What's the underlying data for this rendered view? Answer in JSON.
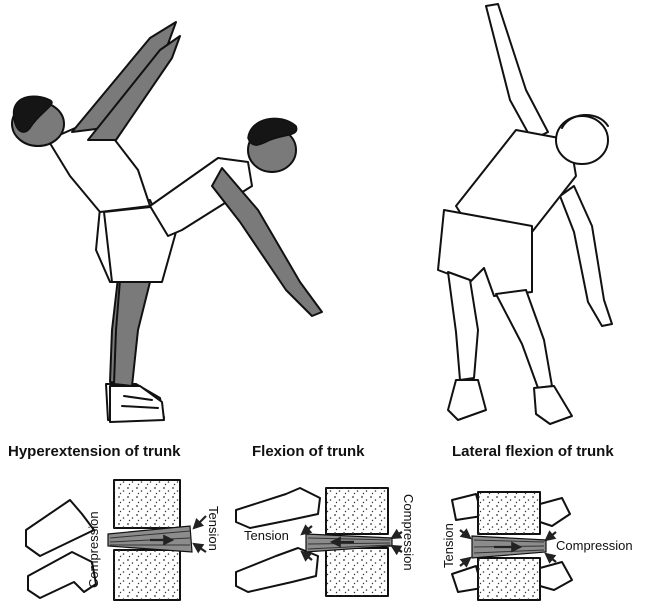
{
  "captions": {
    "hyperextension": "Hyperextension of  trunk",
    "flexion": "Flexion of trunk",
    "lateral": "Lateral flexion of trunk"
  },
  "labels": {
    "panel1_compression": "Compression",
    "panel1_tension": "Tension",
    "panel2_tension": "Tension",
    "panel2_compression": "Compression",
    "panel3_tension": "Tension",
    "panel3_compression": "Compression"
  },
  "colors": {
    "ink": "#111111",
    "skin": "#7a7a7a",
    "disc": "#8c8c8c",
    "background": "#ffffff"
  }
}
